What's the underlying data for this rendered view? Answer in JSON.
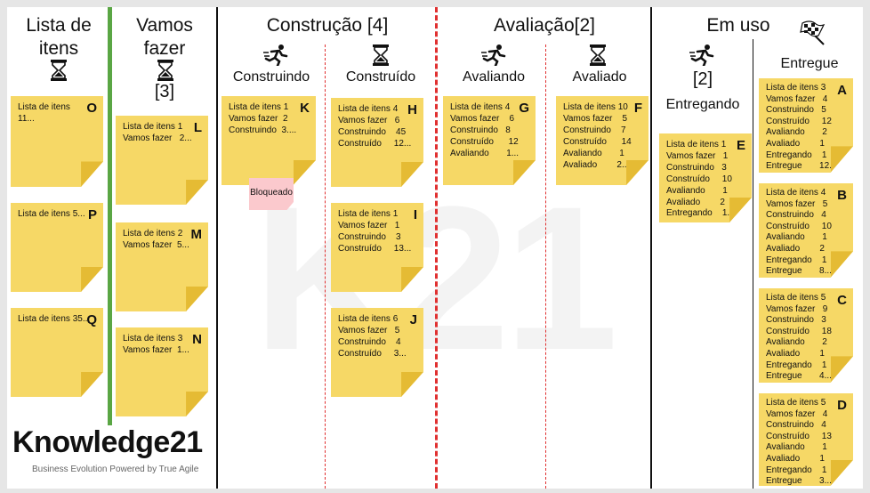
{
  "columns": {
    "backlog": {
      "title": "Lista de itens"
    },
    "todo": {
      "title": "Vamos fazer",
      "wip": "[3]"
    },
    "build": {
      "title": "Construção [4]",
      "doing": "Construindo",
      "done": "Construído"
    },
    "review": {
      "title": "Avaliação[2]",
      "doing": "Avaliando",
      "done": "Avaliado"
    },
    "inuse": {
      "title": "Em uso",
      "doing_wip": "[2]",
      "doing": "Entregando",
      "done": "Entregue"
    }
  },
  "cards": {
    "O": {
      "letter": "O",
      "text": "Lista de itens\n11..."
    },
    "P": {
      "letter": "P",
      "text": "Lista de itens 5..."
    },
    "Q": {
      "letter": "Q",
      "text": "Lista de itens 35..."
    },
    "L": {
      "letter": "L",
      "text": "Lista de itens 1\nVamos fazer   2..."
    },
    "M": {
      "letter": "M",
      "text": "Lista de itens 2\nVamos fazer  5..."
    },
    "N": {
      "letter": "N",
      "text": "Lista de itens 3\nVamos fazer  1..."
    },
    "K": {
      "letter": "K",
      "text": "Lista de itens 1\nVamos fazer  2\nConstruindo  3...."
    },
    "H": {
      "letter": "H",
      "text": "Lista de itens 4\nVamos fazer   6\nConstruindo    45\nConstruído     12..."
    },
    "I": {
      "letter": "I",
      "text": "Lista de itens 1\nVamos fazer   1\nConstruindo    3\nConstruído     13..."
    },
    "J": {
      "letter": "J",
      "text": "Lista de itens 6\nVamos fazer   5\nConstruindo    4\nConstruído     3..."
    },
    "G": {
      "letter": "G",
      "text": "Lista de itens 4\nVamos fazer    6\nConstruindo   8\nConstruído      12\nAvaliando       1..."
    },
    "F": {
      "letter": "F",
      "text": "Lista de itens 10\nVamos fazer    5\nConstruindo    7\nConstruído      14\nAvaliando       1\nAvaliado        2..."
    },
    "E": {
      "letter": "E",
      "text": "Lista de itens 1\nVamos fazer   1\nConstruindo   3\nConstruído     10\nAvaliando       1\nAvaliado        2\nEntregando    1..."
    },
    "A": {
      "letter": "A",
      "text": "Lista de itens 3\nVamos fazer   4\nConstruindo   5\nConstruído     12\nAvaliando       2\nAvaliado        1\nEntregando    1\nEntregue       12..."
    },
    "B": {
      "letter": "B",
      "text": "Lista de itens 4\nVamos fazer   5\nConstruindo   4\nConstruído     10\nAvaliando       1\nAvaliado        2\nEntregando    1\nEntregue       8..."
    },
    "C": {
      "letter": "C",
      "text": "Lista de itens 5\nVamos fazer   9\nConstruindo   3\nConstruído     18\nAvaliando       2\nAvaliado        1\nEntregando    1\nEntregue       4..."
    },
    "D": {
      "letter": "D",
      "text": "Lista de itens 5\nVamos fazer   4\nConstruindo   4\nConstruído     13\nAvaliando       1\nAvaliado        1\nEntregando    1\nEntregue       3..."
    }
  },
  "blocked_label": "Bloqueado",
  "watermark": "K21",
  "logo": {
    "name": "Knowledge21",
    "tagline": "Business Evolution Powered by True Agile"
  },
  "colors": {
    "note": "#f6d866",
    "note_fold": "#e5bb34",
    "blocked": "#fbc9cd",
    "divider_green": "#5aa644",
    "divider_red": "#e03030"
  },
  "icons": [
    "hourglass-icon",
    "runner-icon",
    "checkered-flag-icon"
  ]
}
